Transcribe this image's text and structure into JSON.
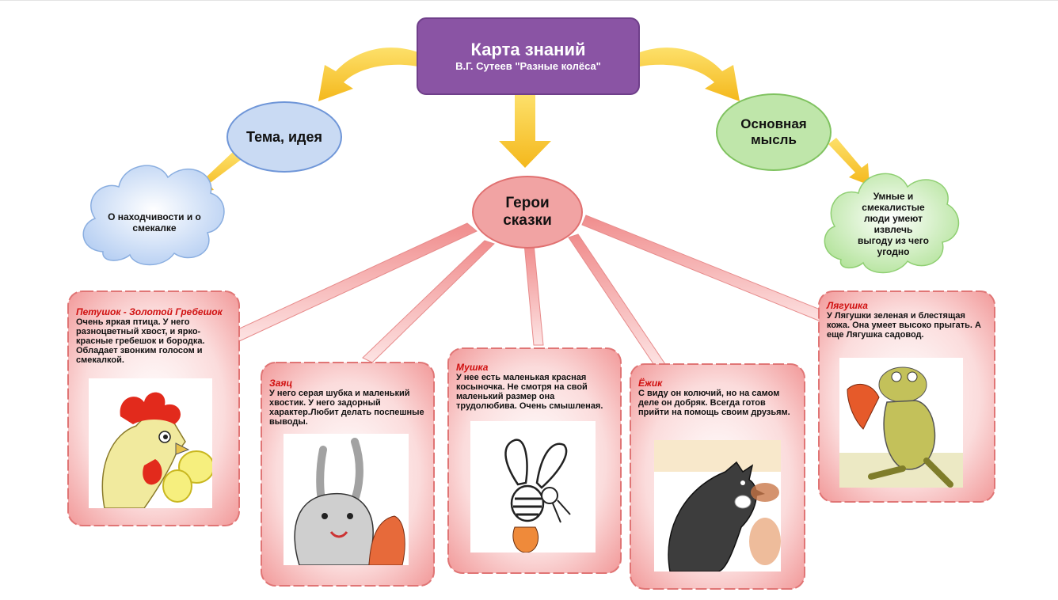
{
  "title": {
    "main": "Карта знаний",
    "sub": "В.Г. Сутеев \"Разные колёса\""
  },
  "nodes": {
    "theme": "Тема, идея",
    "main_idea": "Основная мысль",
    "heroes": "Герои сказки"
  },
  "clouds": {
    "theme_text": "О находчивости и о смекалке",
    "idea_text": "Умные и смекалистые люди умеют извлечь выгоду из чего угодно"
  },
  "heroes": [
    {
      "name": "Петушок - Золотой Гребешок",
      "description": "Очень яркая птица. У него разноцветный хвост, и ярко-красные гребешок и бородка. Обладает звонким голосом и смекалкой."
    },
    {
      "name": "Заяц",
      "description": "У него серая шубка и маленький хвостик. У него задорный характер.Любит делать поспешные выводы."
    },
    {
      "name": "Мушка",
      "description": "У нее есть маленькая красная косыночка. Не смотря на свой маленький размер она трудолюбива. Очень смышленая."
    },
    {
      "name": "Ёжик",
      "description": "С виду он колючий, но на самом деле он добряк. Всегда готов прийти на помощь своим друзьям."
    },
    {
      "name": "Лягушка",
      "description": "У Лягушки зеленая и блестящая кожа. Она умеет высоко прыгать. А еще Лягушка садовод."
    }
  ],
  "colors": {
    "title_bg": "#8a54a4",
    "theme_fill": "#c9daf3",
    "idea_fill": "#bfe6aa",
    "heroes_fill": "#f1a3a3",
    "card_fill": "#f4b4b4",
    "arrow": "#f7c82c"
  }
}
